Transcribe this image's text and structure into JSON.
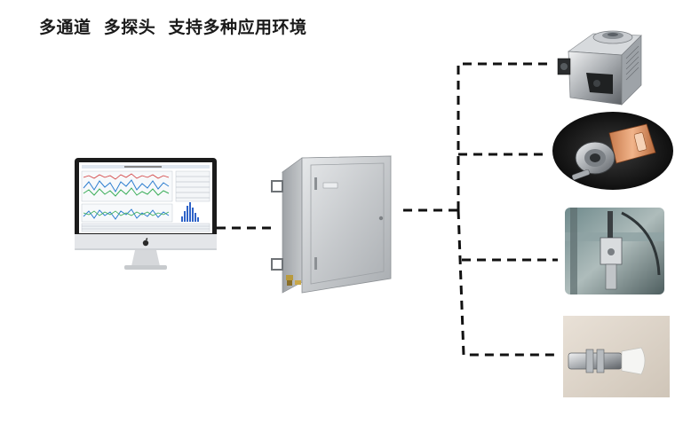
{
  "title": "多通道  多探头  支持多种应用环境",
  "colors": {
    "connector": "#111111",
    "enclosure": "#c9ccd0",
    "monitor_bezel": "#1b1b1b",
    "monitor_stand": "#d9dbde"
  },
  "components": {
    "monitor": "monitor-with-monitoring-software",
    "enclosure": "stainless-steel-junction-box",
    "probes": [
      "vacuum-chamber-sensor-probe",
      "clamped-flange-probe",
      "installed-pipe-probe",
      "cylindrical-probe-with-cap"
    ]
  }
}
